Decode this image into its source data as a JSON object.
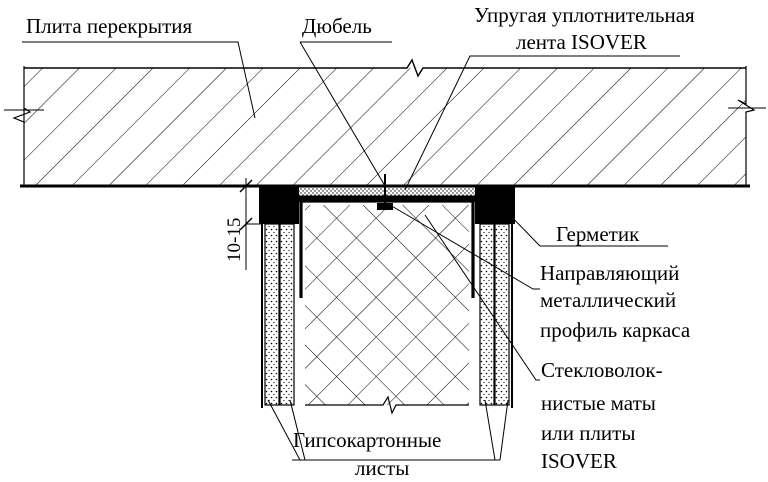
{
  "labels": {
    "slab": "Плита перекрытия",
    "dowel": "Дюбель",
    "tape_line1": "Упругая уплотнительная",
    "tape_line2": "лента ISOVER",
    "sealant": "Герметик",
    "profile_line1": "Направляющий",
    "profile_line2": "металлический",
    "profile_line3": "профиль каркаса",
    "mats_line1": "Стекловолок-",
    "mats_line2": "нистые маты",
    "mats_line3": "или плиты",
    "mats_line4": "ISOVER",
    "gypsum_line1": "Гипсокартонные",
    "gypsum_line2": "листы"
  },
  "dimension": "10-15"
}
